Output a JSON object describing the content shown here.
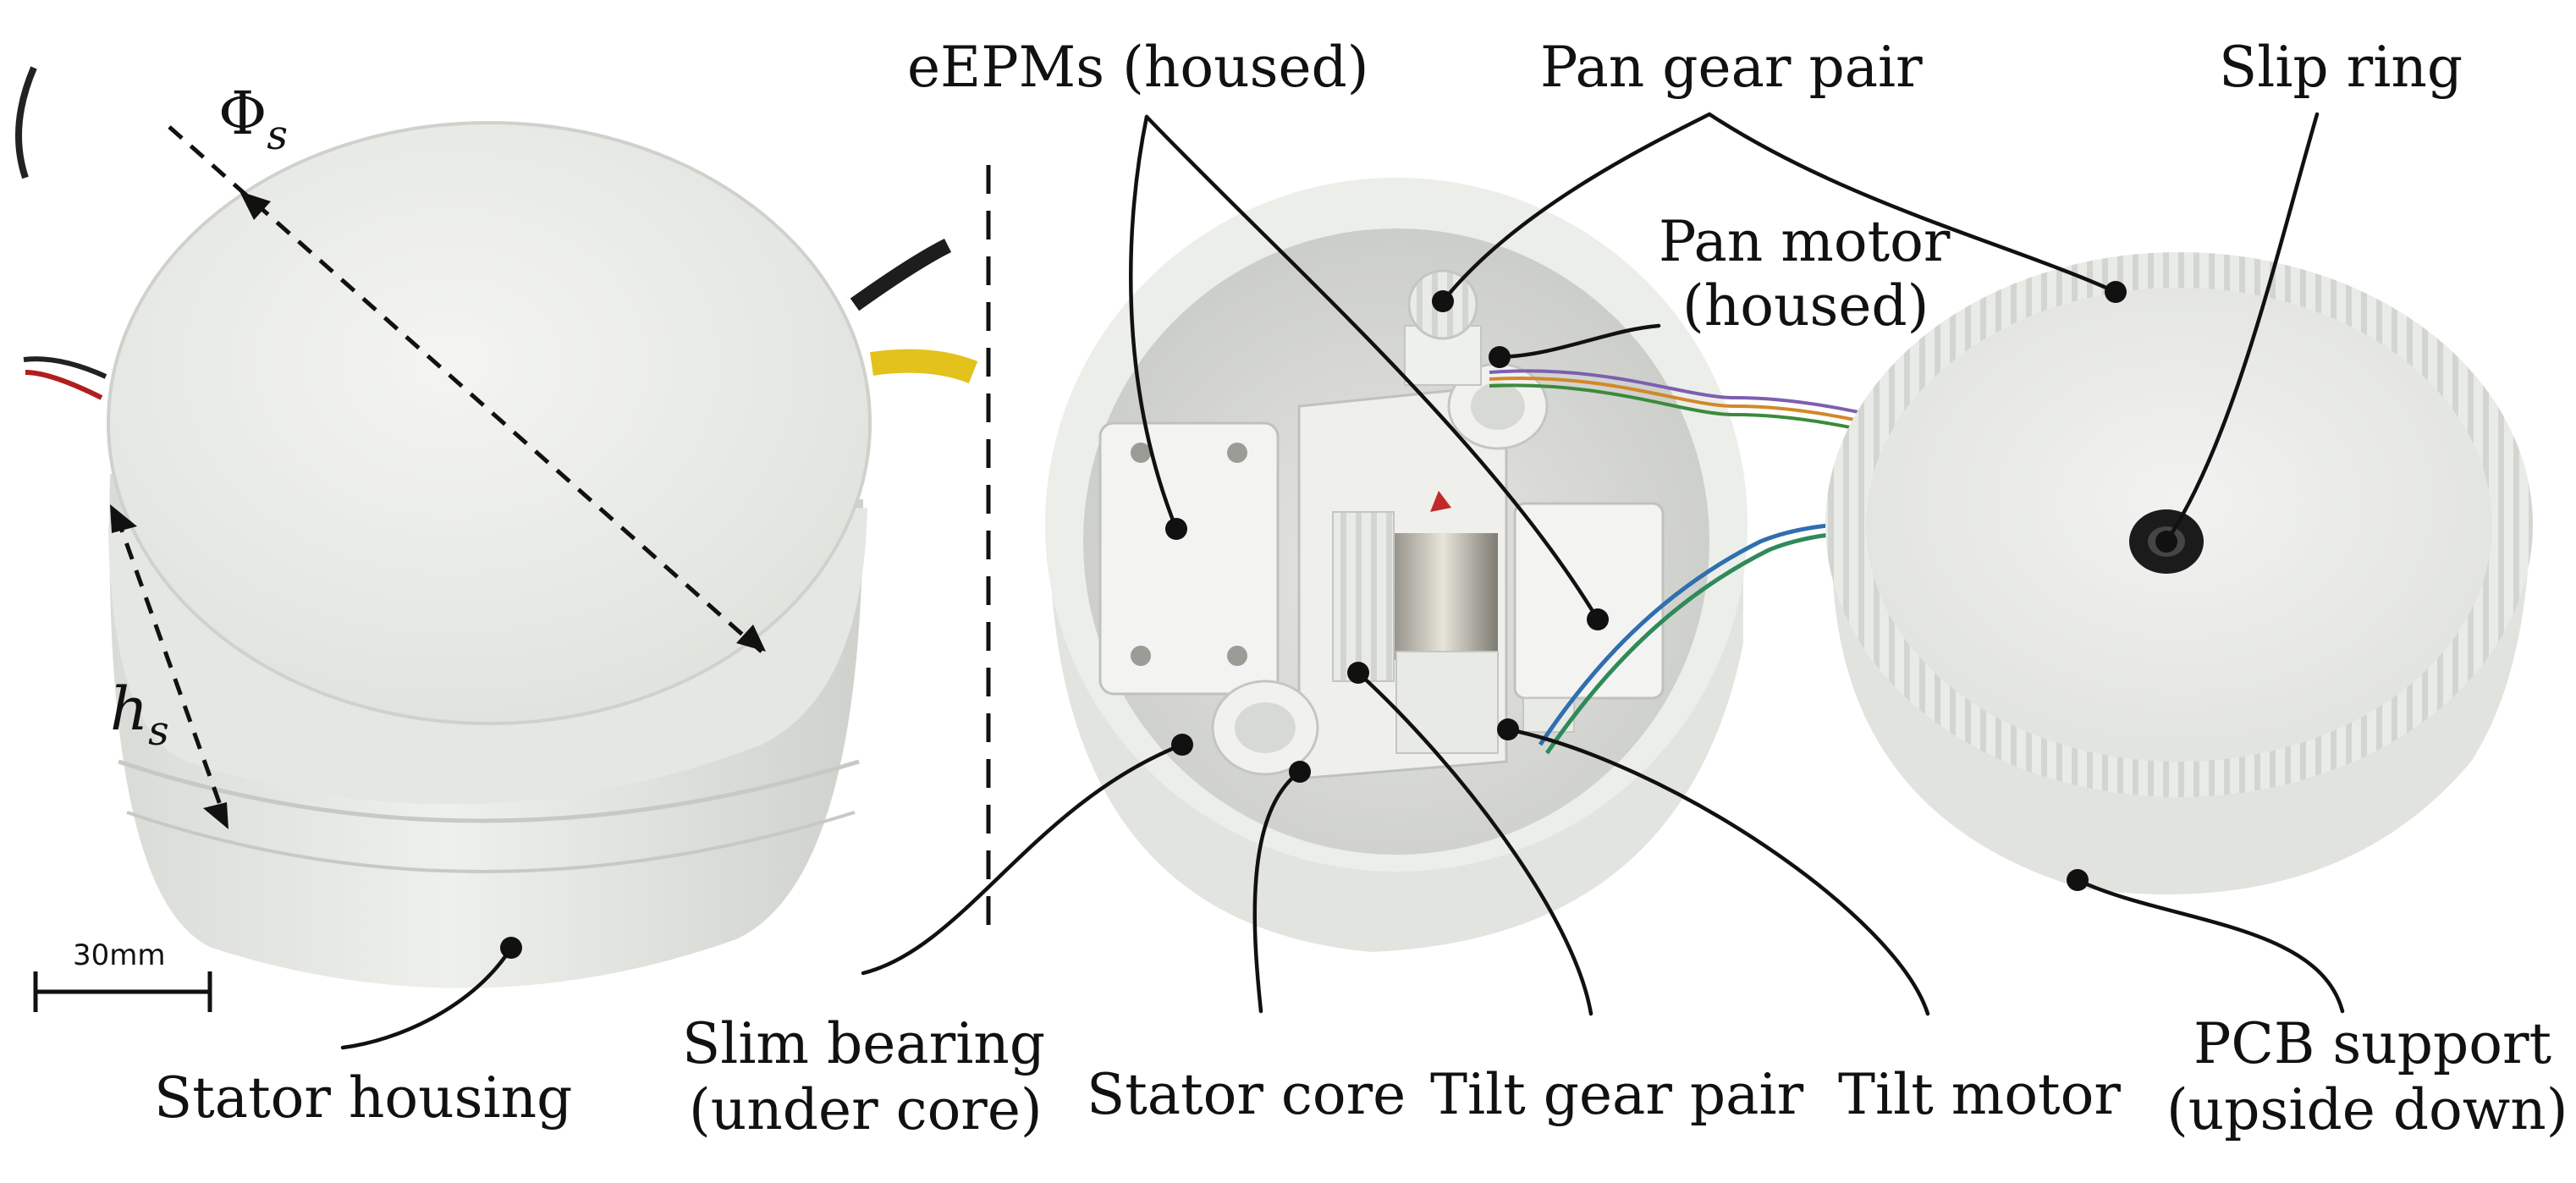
{
  "figure": {
    "labels": {
      "eepms": "eEPMs (housed)",
      "pan_gear_pair": "Pan gear pair",
      "slip_ring": "Slip ring",
      "pan_motor_line1": "Pan motor",
      "pan_motor_line2": "(housed)",
      "slim_bearing_line1": "Slim bearing",
      "slim_bearing_line2": "(under core)",
      "stator_core": "Stator core",
      "tilt_gear_pair": "Tilt gear pair",
      "tilt_motor": "Tilt motor",
      "pcb_support_line1": "PCB support",
      "pcb_support_line2": "(upside down)",
      "stator_housing": "Stator housing"
    },
    "dimensions": {
      "diameter_symbol": "Φ",
      "diameter_subscript": "s",
      "height_symbol": "h",
      "height_subscript": "s",
      "scale_bar": "30mm"
    }
  }
}
